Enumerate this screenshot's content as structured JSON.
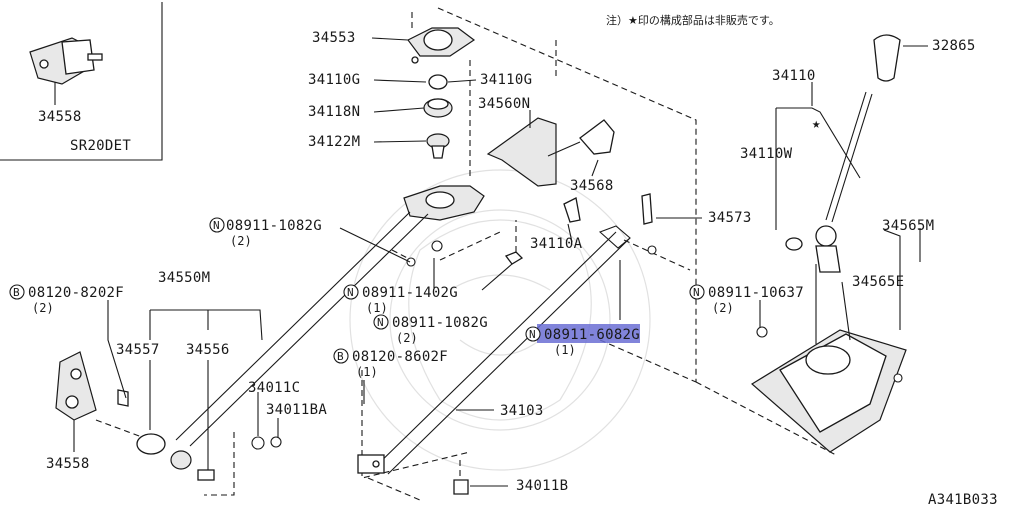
{
  "note": "注）★印の構成部品は非販売です。",
  "diagram_id": "A341B033",
  "inset": {
    "part": "34558",
    "engine": "SR20DET"
  },
  "star_mark": "★",
  "parts": {
    "p34553": "34553",
    "p34110G_left": "34110G",
    "p34110G_right": "34110G",
    "p34118N": "34118N",
    "p34122M": "34122M",
    "p34560N": "34560N",
    "p34568": "34568",
    "p34573": "34573",
    "p34110A": "34110A",
    "p32865": "32865",
    "p34110": "34110",
    "p34110W": "34110W",
    "p34565M": "34565M",
    "p34565E": "34565E",
    "p34550M": "34550M",
    "p34557": "34557",
    "p34556": "34556",
    "p34011C": "34011C",
    "p34011BA": "34011BA",
    "p34103": "34103",
    "p34011B": "34011B",
    "p34558": "34558"
  },
  "fasteners": {
    "f1": {
      "prefix": "N",
      "code": "08911-1082G",
      "qty": "(2)"
    },
    "f2": {
      "prefix": "B",
      "code": "08120-8202F",
      "qty": "(2)"
    },
    "f3": {
      "prefix": "N",
      "code": "08911-1402G",
      "qty": "(1)"
    },
    "f4": {
      "prefix": "N",
      "code": "08911-1082G",
      "qty": "(2)"
    },
    "f5": {
      "prefix": "N",
      "code": "08911-6082G",
      "qty": "(1)"
    },
    "f6": {
      "prefix": "B",
      "code": "08120-8602F",
      "qty": "(1)"
    },
    "f7": {
      "prefix": "N",
      "code": "08911-10637",
      "qty": "(2)"
    }
  },
  "highlight_color": "#6b6fd4"
}
